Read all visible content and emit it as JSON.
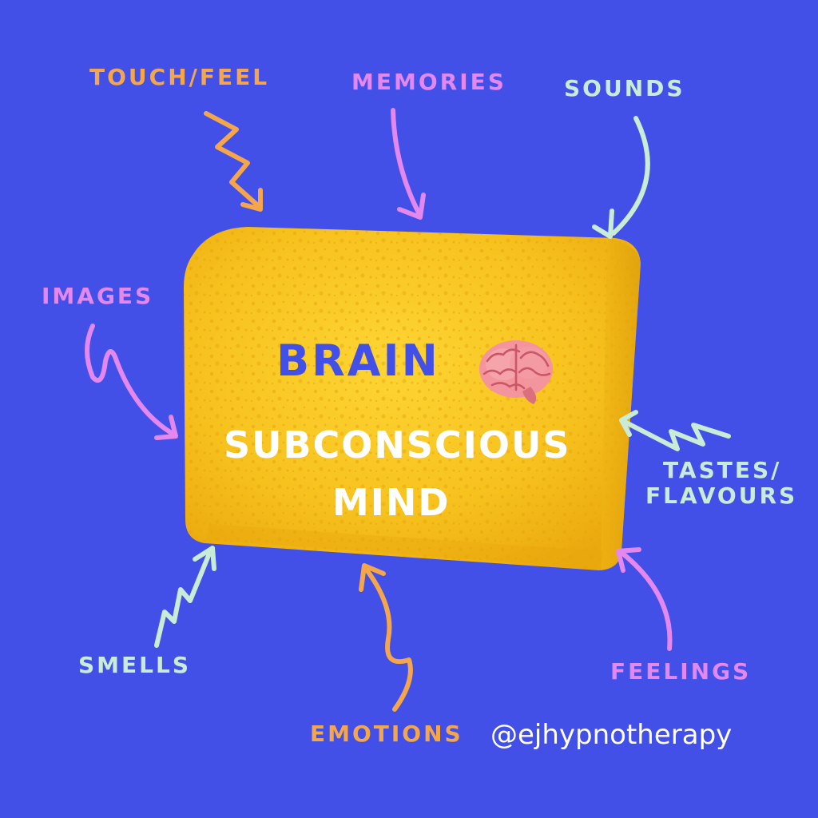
{
  "center": {
    "title": "BRAIN",
    "subtitle_line1": "SUBCONSCIOUS",
    "subtitle_line2": "MIND",
    "icon": "brain-icon"
  },
  "inputs": [
    {
      "label": "TOUCH/FEEL",
      "color": "#f5a64a"
    },
    {
      "label": "MEMORIES",
      "color": "#e488f0"
    },
    {
      "label": "SOUNDS",
      "color": "#c9ecd9"
    },
    {
      "label": "IMAGES",
      "color": "#e488f0"
    },
    {
      "label": "TASTES/",
      "color": "#c9ecd9"
    },
    {
      "label": "FLAVOURS",
      "color": "#c9ecd9"
    },
    {
      "label": "SMELLS",
      "color": "#c9ecd9"
    },
    {
      "label": "EMOTIONS",
      "color": "#f5a64a"
    },
    {
      "label": "FEELINGS",
      "color": "#e488f0"
    }
  ],
  "handle": "@ejhypnotherapy",
  "colors": {
    "background": "#4350e8",
    "sponge": "#f7c21e",
    "title": "#4350e8",
    "subtitle": "#ffffff"
  }
}
